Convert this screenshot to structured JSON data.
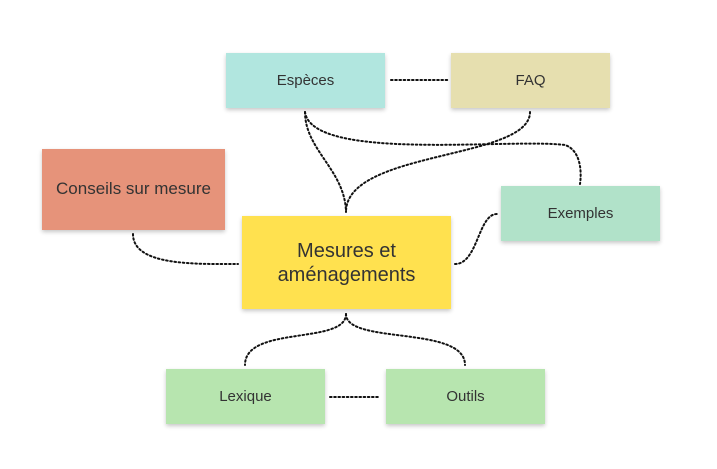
{
  "diagram": {
    "center": {
      "label": "Mesures et aménagements",
      "color": "#ffe14f"
    },
    "nodes": {
      "especes": {
        "label": "Espèces",
        "color": "#b1e6df"
      },
      "faq": {
        "label": "FAQ",
        "color": "#e6dfaf"
      },
      "conseils": {
        "label": "Conseils sur mesure",
        "color": "#e6937a"
      },
      "exemples": {
        "label": "Exemples",
        "color": "#b1e2c9"
      },
      "lexique": {
        "label": "Lexique",
        "color": "#b7e5af"
      },
      "outils": {
        "label": "Outils",
        "color": "#b7e5af"
      }
    },
    "connections": [
      [
        "especes",
        "faq"
      ],
      [
        "especes",
        "center"
      ],
      [
        "faq",
        "center"
      ],
      [
        "especes",
        "exemples"
      ],
      [
        "conseils",
        "center"
      ],
      [
        "center",
        "exemples"
      ],
      [
        "center",
        "lexique"
      ],
      [
        "center",
        "outils"
      ],
      [
        "lexique",
        "outils"
      ]
    ],
    "line_color": "#111111"
  }
}
